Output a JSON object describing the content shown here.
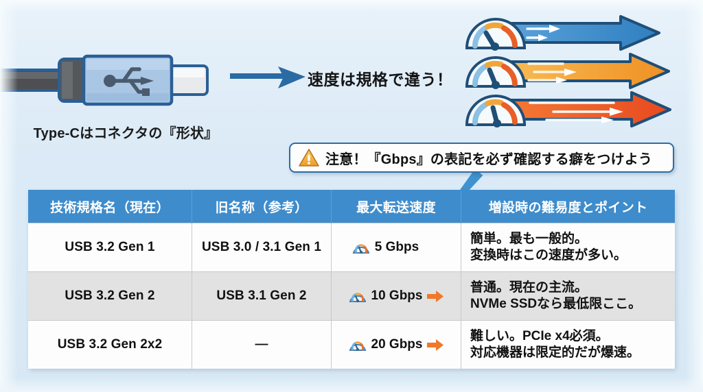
{
  "theme": {
    "background": "#dbe9f5",
    "header_blue": "#3e8ccc",
    "accent_navy": "#2e6ca4",
    "accent_orange": "#f0782a",
    "row_alt": "#e2e2e2"
  },
  "connector": {
    "icon": "usb-type-c-connector-icon",
    "usb_logo": "usb-trident-icon",
    "caption": "Type-Cはコネクタの『形状』"
  },
  "headline": {
    "arrow_icon": "right-arrow-icon",
    "text": "速度は規格で違う！"
  },
  "speed_bars": [
    {
      "name": "speed-bar-blue",
      "color": "#3d8fcf",
      "gauge": "speedometer-icon",
      "streaks": 2
    },
    {
      "name": "speed-bar-orange",
      "color": "#f2a03c",
      "gauge": "speedometer-icon",
      "streaks": 3
    },
    {
      "name": "speed-bar-red",
      "color": "#ef5f2a",
      "gauge": "speedometer-icon",
      "streaks": 3
    }
  ],
  "callout": {
    "icon": "warning-triangle-icon",
    "text": "注意！『Gbps』の表記を必ず確認する癖をつけよう",
    "pointer_icon": "pointer-arrow-icon"
  },
  "table": {
    "columns": [
      "技術規格名（現在）",
      "旧名称（参考）",
      "最大転送速度",
      "増設時の難易度とポイント"
    ],
    "rows": [
      {
        "spec": "USB 3.2 Gen 1",
        "old_name": "USB 3.0 / 3.1 Gen 1",
        "speed": "5 Gbps",
        "speed_icon": "gauge-icon",
        "speed_arrow": false,
        "note_line1": "簡単。最も一般的。",
        "note_line2": "変換時はこの速度が多い。"
      },
      {
        "spec": "USB 3.2 Gen 2",
        "old_name": "USB 3.1 Gen 2",
        "speed": "10 Gbps",
        "speed_icon": "gauge-icon",
        "speed_arrow": true,
        "note_line1": "普通。現在の主流。",
        "note_line2": "NVMe SSDなら最低限ここ。"
      },
      {
        "spec": "USB 3.2 Gen 2x2",
        "old_name": "—",
        "speed": "20 Gbps",
        "speed_icon": "gauge-icon",
        "speed_arrow": true,
        "note_line1": "難しい。PCIe x4必須。",
        "note_line2": "対応機器は限定的だが爆速。"
      }
    ]
  }
}
